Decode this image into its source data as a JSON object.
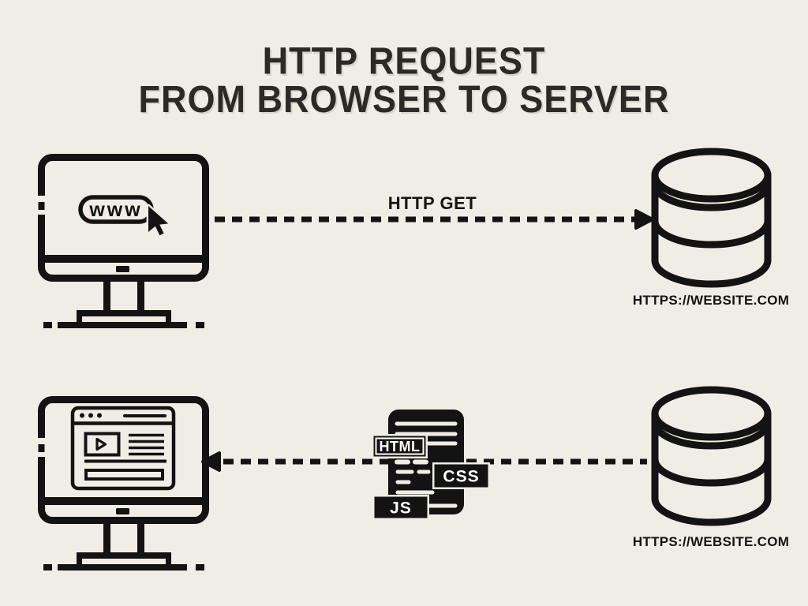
{
  "colors": {
    "background": "#EFEDE5",
    "ink": "#141313",
    "title_text": "#2D2926",
    "tag_text": "#FFFFFF"
  },
  "title": {
    "line1": "HTTP REQUEST",
    "line2": "FROM BROWSER TO SERVER"
  },
  "request_flow": {
    "browser_icon": "desktop-computer-with-www-address-pill-and-cursor",
    "address_pill_text": "www",
    "arrow_label": "HTTP GET",
    "arrow_direction": "right",
    "arrow_style": "dashed",
    "server_icon": "database-cylinder",
    "server_url": "HTTPS://WEBSITE.COM"
  },
  "response_flow": {
    "browser_icon": "desktop-computer-with-rendered-webpage",
    "arrow_direction": "left",
    "arrow_style": "dashed",
    "file_icon": "code-file-stack",
    "file_tags": [
      "HTML",
      "CSS",
      "JS"
    ],
    "server_icon": "database-cylinder",
    "server_url": "HTTPS://WEBSITE.COM"
  }
}
